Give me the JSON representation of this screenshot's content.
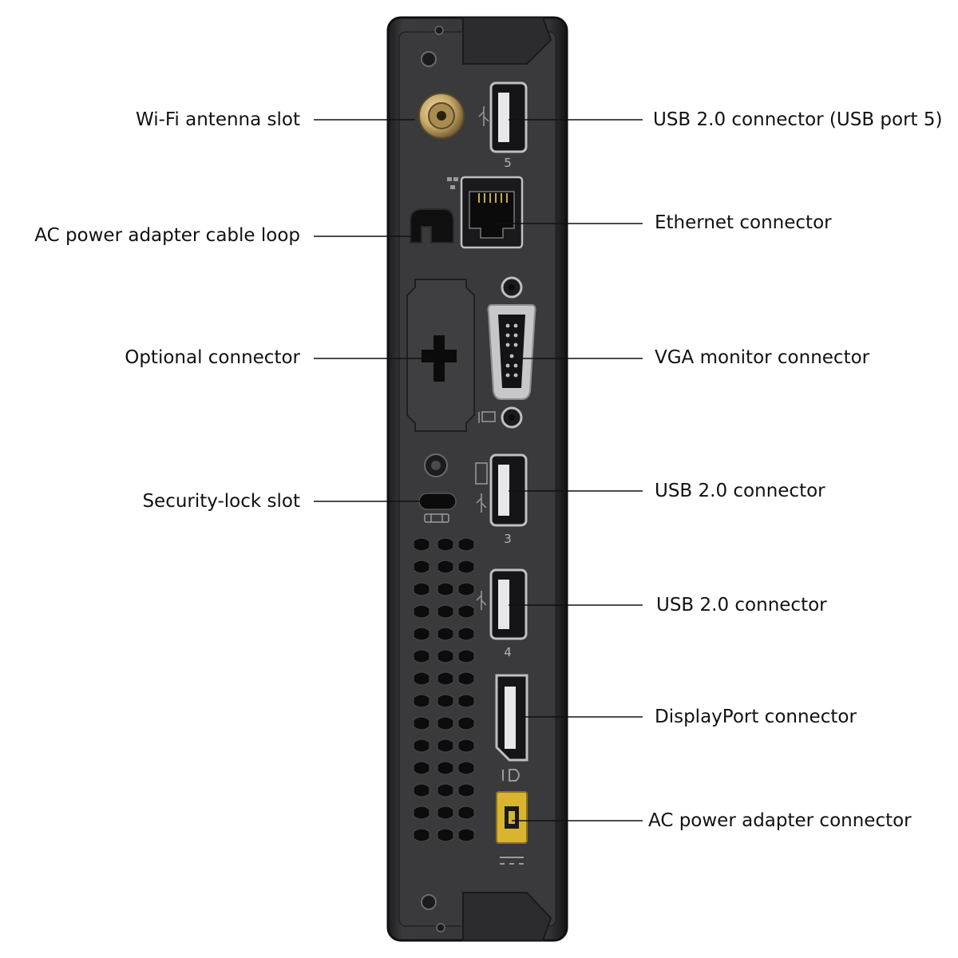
{
  "labels": {
    "left": [
      "Wi-Fi antenna slot",
      "AC power adapter cable loop",
      "Optional connector",
      "Security-lock slot"
    ],
    "right": [
      "USB 2.0 connector (USB port 5)",
      "Ethernet connector",
      "VGA monitor connector",
      "USB 2.0 connector",
      "USB 2.0 connector",
      "DisplayPort connector",
      "AC power adapter connector"
    ]
  },
  "port_numbers": {
    "usb_top": "5",
    "usb_mid": "3",
    "usb_low": "4"
  },
  "colors": {
    "chassis": "#2b2b2d",
    "chassis_edge": "#111113",
    "panel": "#3a3a3d",
    "power_connector": "#d8b530",
    "antenna": "#c9ab6a"
  },
  "icons": [
    "usb-icon",
    "ethernet-icon",
    "monitor-icon",
    "keyboard-icon",
    "lock-icon",
    "displayport-icon",
    "dc-power-icon"
  ]
}
